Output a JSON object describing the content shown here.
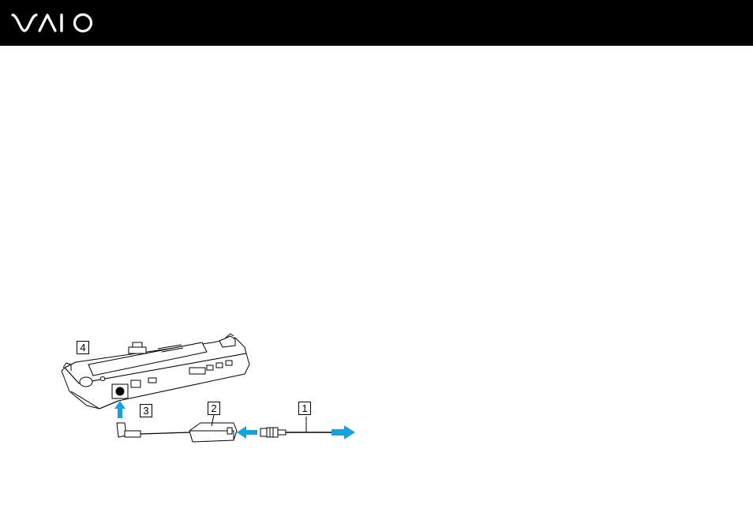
{
  "header": {
    "logo_text": "VAIO",
    "background": "#000000"
  },
  "figure": {
    "callouts": [
      "1",
      "2",
      "3",
      "4"
    ],
    "arrow_color": "#1aa0dc",
    "icons": [
      "docking-station",
      "ac-adapter",
      "power-cord",
      "dc-plug"
    ]
  }
}
